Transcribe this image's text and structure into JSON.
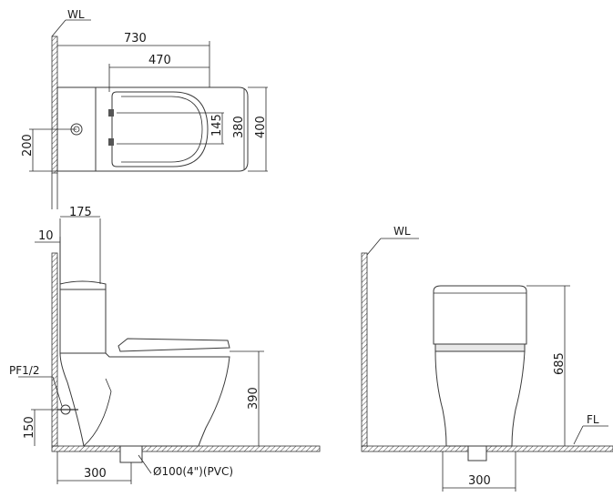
{
  "labels": {
    "wl_top": "WL",
    "wl_side": "WL",
    "fl": "FL",
    "pf": "PF1/2",
    "drain": "Ø100(4\")(PVC)"
  },
  "dimensions": {
    "top_length": "730",
    "top_seat_length": "470",
    "top_seat_width": "145",
    "top_bowl_width": "380",
    "top_total_width": "400",
    "top_supply_offset": "200",
    "side_tank_depth": "175",
    "side_wall_gap": "10",
    "side_seat_height": "390",
    "side_supply_height": "150",
    "side_drain_offset": "300",
    "front_height": "685",
    "front_width": "300"
  }
}
